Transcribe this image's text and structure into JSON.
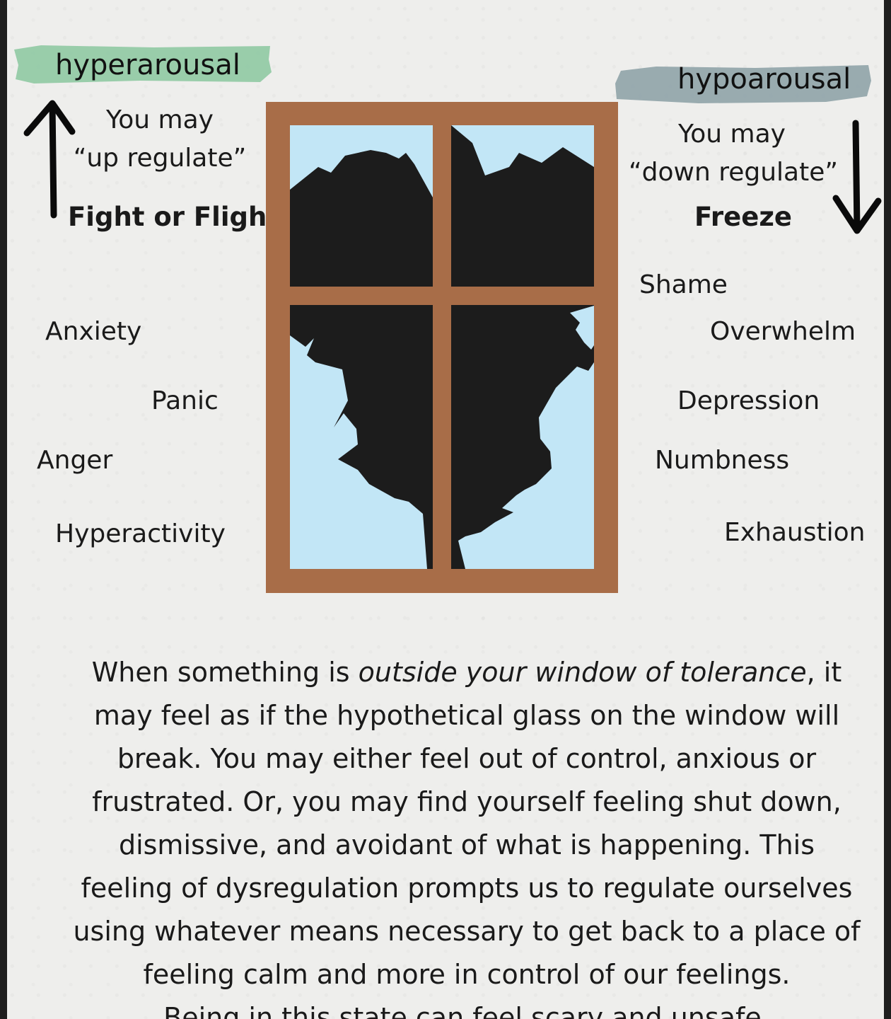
{
  "left": {
    "label": "hyperarousal",
    "label_color": "#8fc9a3",
    "regulate_line1": "You may",
    "regulate_line2": "“up regulate”",
    "response": "Fight or Flight",
    "arrow": "up-arrow",
    "feelings": [
      "Anxiety",
      "Panic",
      "Anger",
      "Hyperactivity"
    ]
  },
  "right": {
    "label": "hypoarousal",
    "label_color": "#8fa3a8",
    "regulate_line1": "You may",
    "regulate_line2": "“down regulate”",
    "response": "Freeze",
    "arrow": "down-arrow",
    "feelings": [
      "Shame",
      "Overwhelm",
      "Depression",
      "Numbness",
      "Exhaustion"
    ]
  },
  "window": {
    "frame_color": "#a86d48",
    "sky_color": "#c2e6f6",
    "crack_color": "#1c1c1c"
  },
  "paragraph": {
    "p1_before": "When something is ",
    "p1_italic": "outside your window of tolerance",
    "p1_after": ", it",
    "lines": [
      "may feel as if the hypothetical glass on the window will",
      "break. You may either feel out of control, anxious or",
      "frustrated. Or, you may find yourself feeling shut down,",
      "dismissive, and avoidant of what is happening. This",
      "feeling of dysregulation prompts us to regulate ourselves",
      "using whatever means necessary to get back to a place of",
      "feeling calm and more in control of our feelings.",
      "Being in this state can feel scary and unsafe."
    ]
  }
}
